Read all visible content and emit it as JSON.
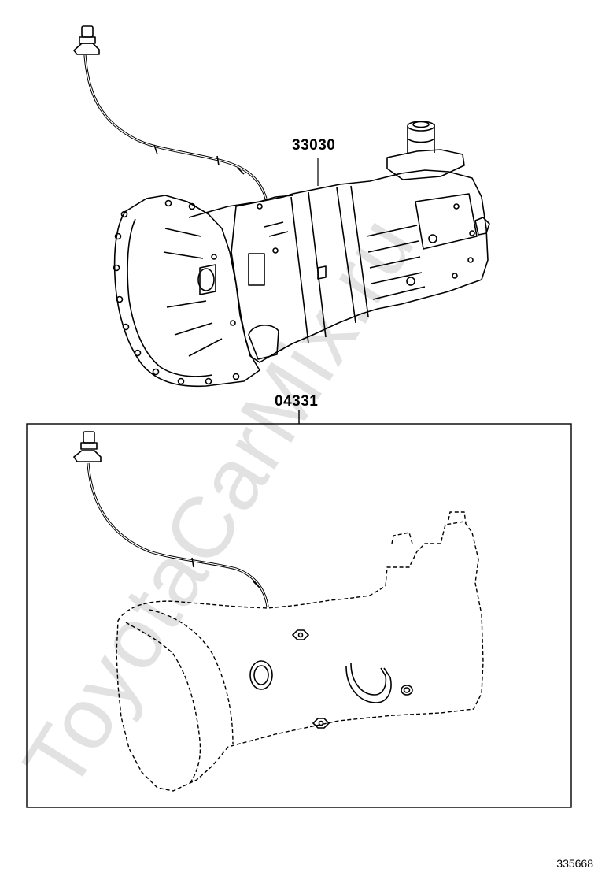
{
  "parts": {
    "transmission_assembly": {
      "number": "33030"
    },
    "gasket_kit": {
      "number": "04331"
    }
  },
  "diagram_id": "335668",
  "watermark": "ToyotaCarMix.ru",
  "colors": {
    "line": "#000000",
    "background": "#ffffff",
    "watermark": "#dcdcdc"
  }
}
